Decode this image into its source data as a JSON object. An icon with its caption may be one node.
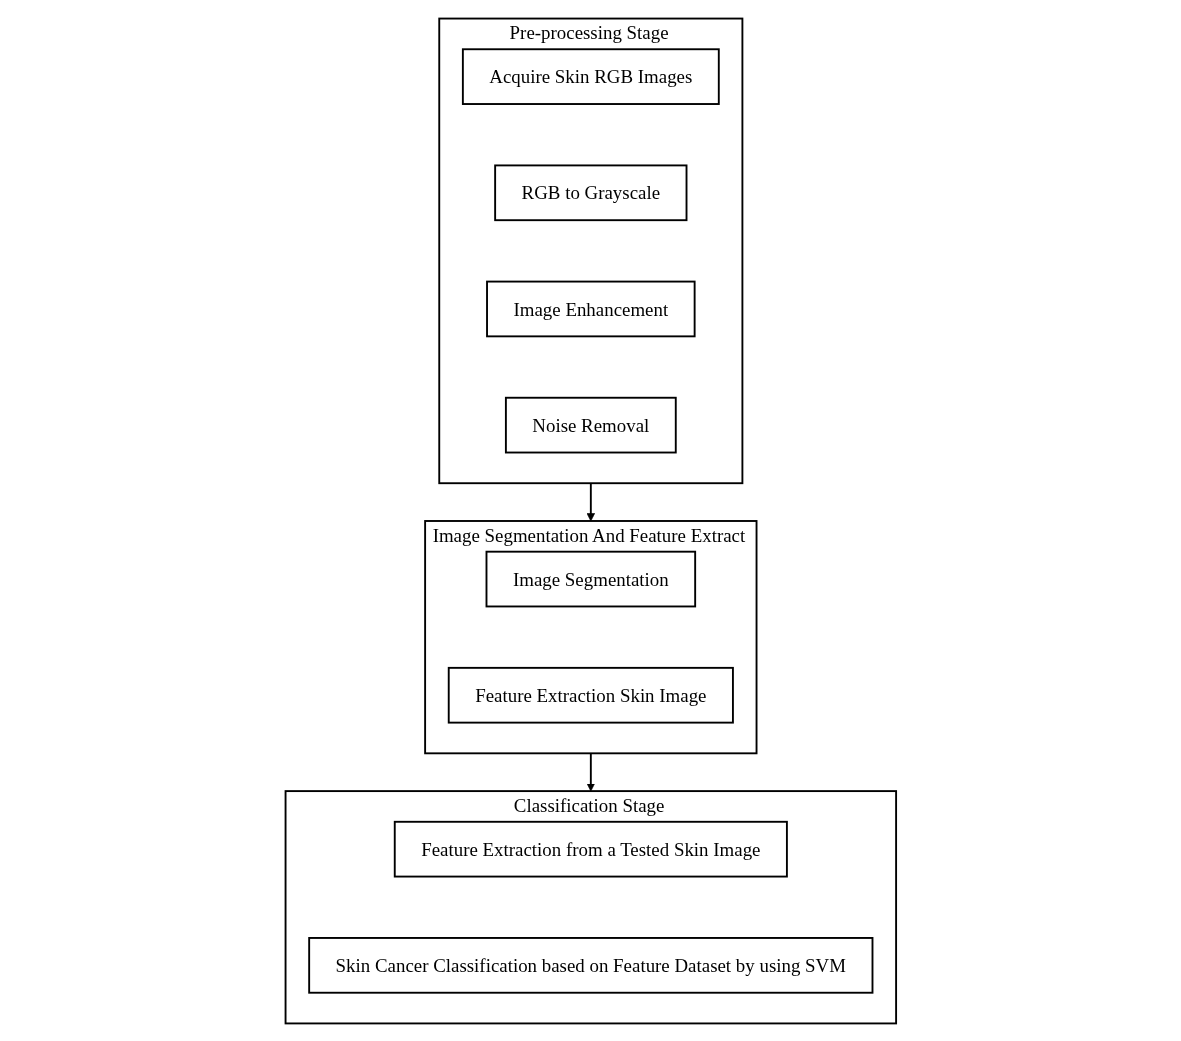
{
  "diagram": {
    "nodes": [
      {
        "text": [],
        "shape": "box",
        "beside": [
          "Pre-processing Stage"
        ]
      },
      {
        "text": [
          "Acquire Skin RGB Images"
        ],
        "in": 0
      },
      {
        "text": [
          "RGB to Grayscale"
        ],
        "in": 0
      },
      {
        "text": [
          "Image Enhancement"
        ],
        "in": 0
      },
      {
        "text": [
          "Noise Removal"
        ],
        "in": 0
      },
      {
        "text": [],
        "shape": "box",
        "beside": [
          "Image Segmentation And Feature Extract"
        ]
      },
      {
        "text": [
          "Image Segmentation"
        ],
        "in": 5
      },
      {
        "text": [
          "Feature Extraction Skin Image"
        ],
        "in": 5
      },
      {
        "text": [],
        "shape": "box",
        "beside": [
          "Classification Stage"
        ]
      },
      {
        "text": [
          "Feature Extraction from a Tested Skin Image"
        ],
        "in": 8
      },
      {
        "text": [
          "Skin Cancer Classification based on Feature Dataset by using  SVM"
        ],
        "in": 8
      }
    ],
    "edges": [
      {
        "from": 0,
        "to": 5,
        "arrow": "to"
      },
      {
        "from": 5,
        "to": 8,
        "arrow": "to"
      }
    ]
  }
}
